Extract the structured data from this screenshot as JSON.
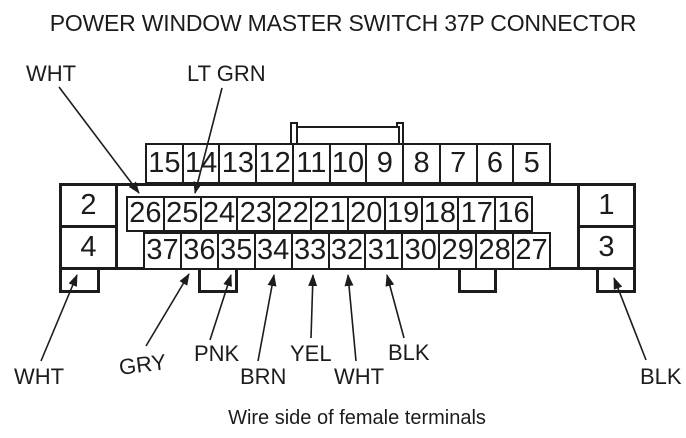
{
  "title": "POWER WINDOW MASTER SWITCH 37P CONNECTOR",
  "caption": "Wire side of female terminals",
  "connector": {
    "name": "power-window-master-switch-37p",
    "pin_rows": {
      "top": [
        "15",
        "14",
        "13",
        "12",
        "11",
        "10",
        "9",
        "8",
        "7",
        "6",
        "5"
      ],
      "middle": [
        "26",
        "25",
        "24",
        "23",
        "22",
        "21",
        "20",
        "19",
        "18",
        "17",
        "16"
      ],
      "bottom": [
        "37",
        "36",
        "35",
        "34",
        "33",
        "32",
        "31",
        "30",
        "29",
        "28",
        "27"
      ]
    },
    "corner_pins": {
      "left_upper": "2",
      "left_lower": "4",
      "right_upper": "1",
      "right_lower": "3"
    }
  },
  "wire_labels": {
    "top": [
      {
        "text": "WHT",
        "target_pin": "26"
      },
      {
        "text": "LT GRN",
        "target_pin": "25"
      }
    ],
    "bottom": [
      {
        "text": "WHT",
        "target_pin": "4"
      },
      {
        "text": "GRY",
        "target_pin": "36"
      },
      {
        "text": "PNK",
        "target_pin": "35"
      },
      {
        "text": "BRN",
        "target_pin": "34"
      },
      {
        "text": "YEL",
        "target_pin": "33"
      },
      {
        "text": "WHT",
        "target_pin": "32"
      },
      {
        "text": "BLK",
        "target_pin": "31"
      },
      {
        "text": "BLK",
        "target_pin": "3"
      }
    ]
  },
  "colors": {
    "ink": "#1c1c1c",
    "background": "#ffffff"
  }
}
